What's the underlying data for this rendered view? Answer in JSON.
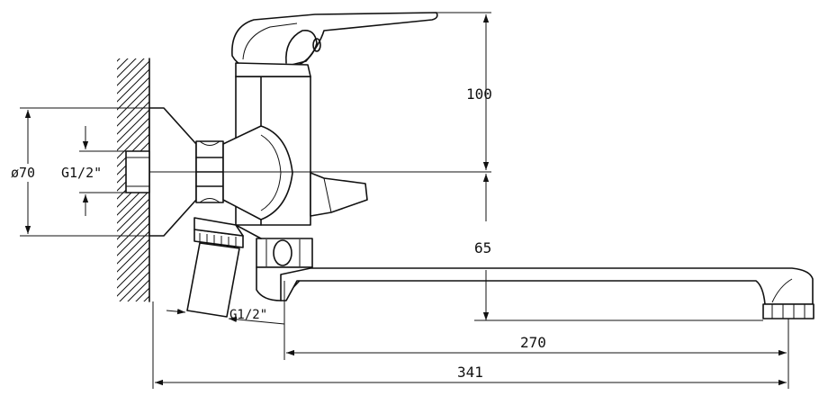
{
  "dimensions": {
    "height_top": "100",
    "height_bottom": "65",
    "diameter": "ø70",
    "thread_inlet": "G1/2\"",
    "thread_outlet": "G1/2\"",
    "spout_reach": "270",
    "total_reach": "341"
  },
  "colors": {
    "line": "#111111",
    "background": "#ffffff"
  }
}
